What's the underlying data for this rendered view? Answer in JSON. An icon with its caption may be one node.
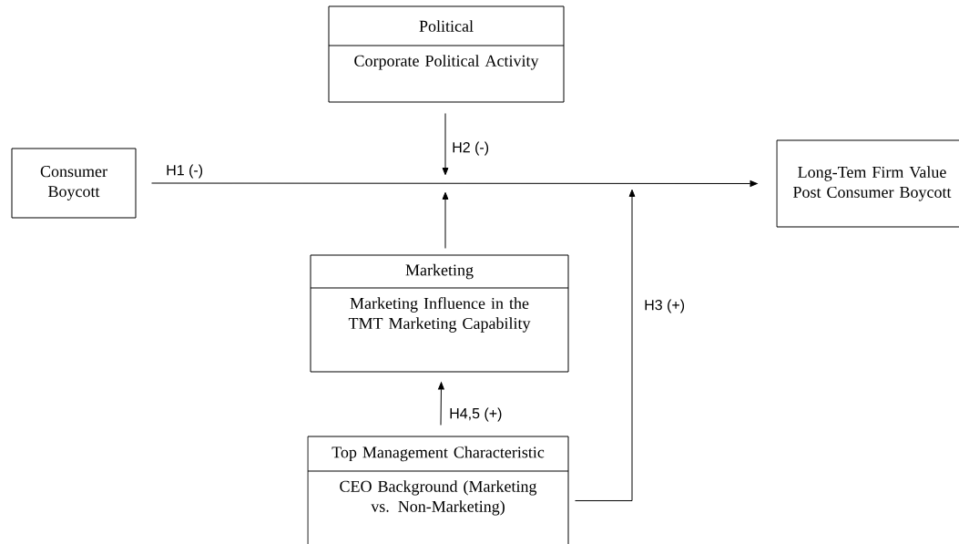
{
  "diagram": {
    "nodes": [
      {
        "text": [
          "Consumer Boycott"
        ]
      },
      {
        "text": [
          "Political",
          "Corporate Political Activity"
        ]
      },
      {
        "text": [
          "Long-Tem Firm Value Post Consumer Boycott"
        ]
      },
      {
        "text": [
          "Marketing",
          "Marketing Influence in the TMT Marketing Capability"
        ]
      },
      {
        "text": [
          "Top Management Characteristic",
          "CEO Background (Marketing vs. Non-Marketing)"
        ]
      }
    ],
    "edges": [
      {
        "from": 0,
        "to": 2,
        "arrow": "to",
        "label": "H1 (-)"
      },
      {
        "from": 1,
        "to": null,
        "arrow": "to",
        "label": "H2 (-)"
      },
      {
        "from": 3,
        "to": null,
        "arrow": "to"
      },
      {
        "from": 4,
        "to": 3,
        "arrow": "to",
        "label": "H4,5 (+)"
      },
      {
        "from": 4,
        "to": null,
        "arrow": "to",
        "label": "H3 (+)"
      }
    ]
  }
}
